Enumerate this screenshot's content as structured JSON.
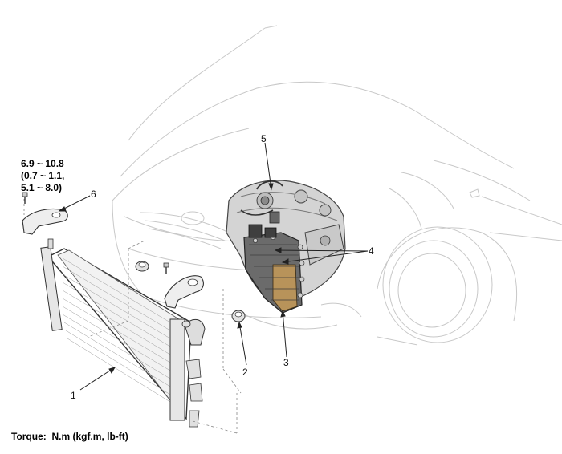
{
  "torque_spec": {
    "line1": "6.9 ~ 10.8",
    "line2": "(0.7 ~ 1.1,",
    "line3": "5.1 ~ 8.0)"
  },
  "callouts": [
    "1",
    "2",
    "3",
    "4",
    "5",
    "6"
  ],
  "footer": {
    "label": "Torque:",
    "units": "N.m (kgf.m, lb-ft)"
  }
}
